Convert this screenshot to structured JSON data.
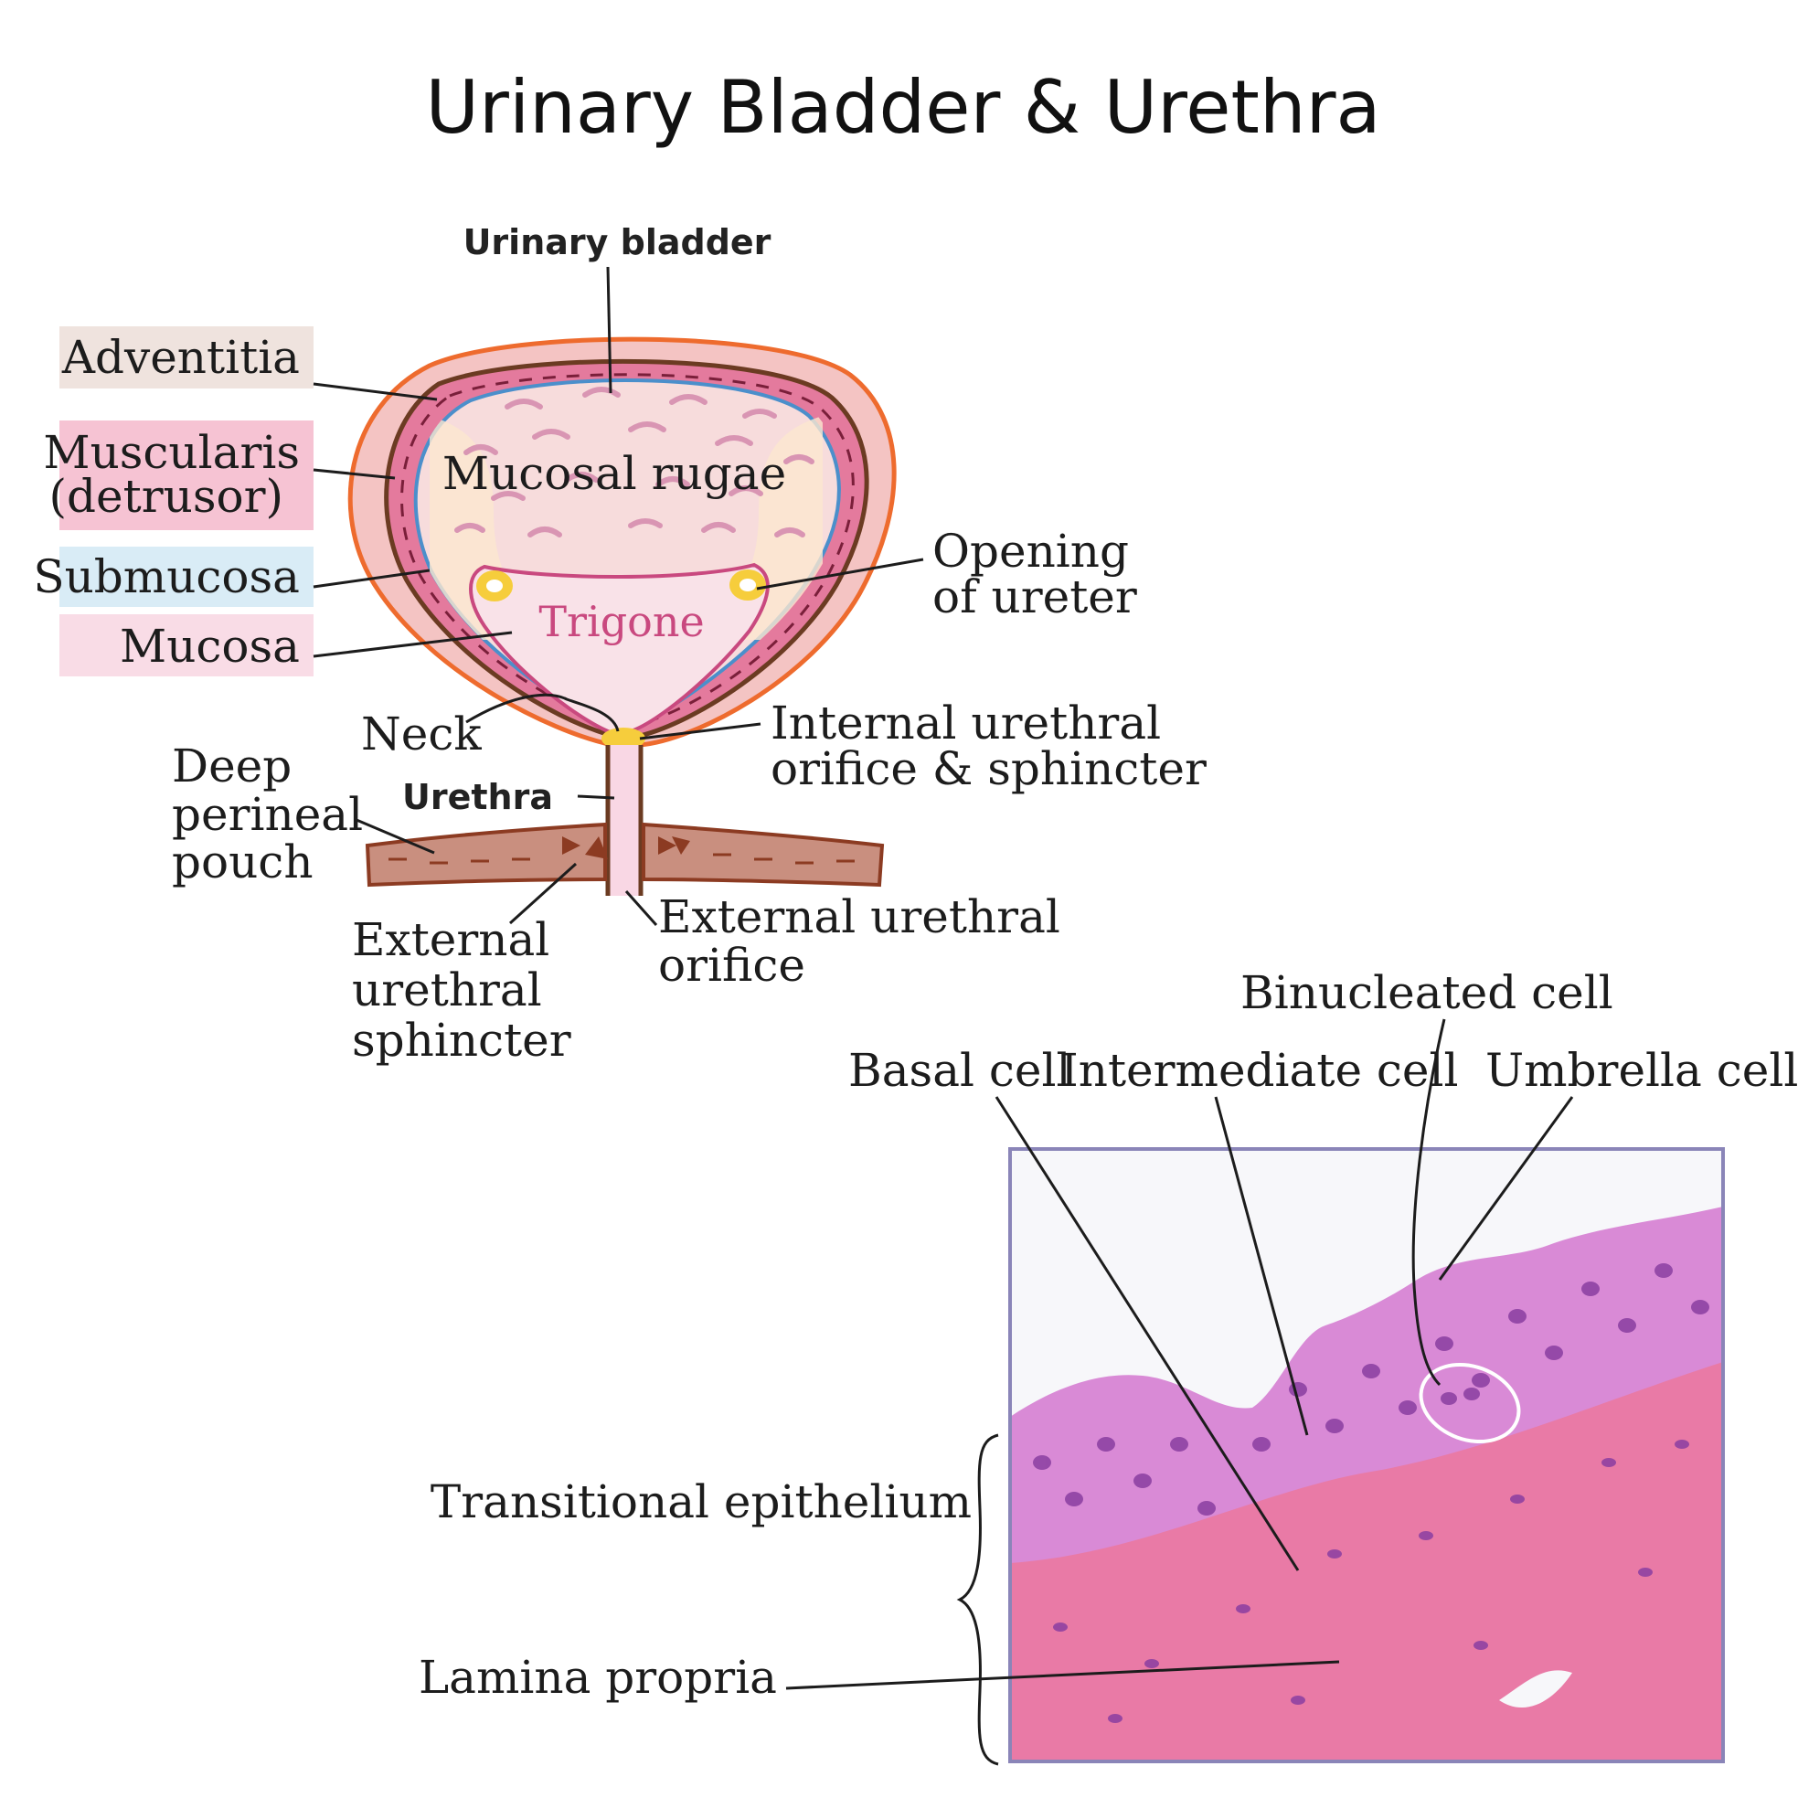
{
  "title": "Urinary Bladder & Urethra",
  "bladder": {
    "header_label": "Urinary bladder",
    "layers": [
      {
        "label": "Adventitia",
        "color": "#efe3de"
      },
      {
        "label": "Muscularis",
        "label2": "(detrusor)",
        "color": "#f6c3d3"
      },
      {
        "label": "Submucosa",
        "color": "#d9ecf6"
      },
      {
        "label": "Mucosa",
        "color": "#f9dce6"
      }
    ],
    "regions": {
      "rugae": "Mucosal rugae",
      "trigone": "Trigone",
      "neck": "Neck",
      "urethra": "Urethra"
    },
    "callouts": {
      "ureter_line1": "Opening",
      "ureter_line2": "of ureter",
      "internal_line1": "Internal urethral",
      "internal_line2": "orifice & sphincter",
      "pouch_line1": "Deep",
      "pouch_line2": "perineal",
      "pouch_line3": "pouch",
      "ext_sph_line1": "External",
      "ext_sph_line2": "urethral",
      "ext_sph_line3": "sphincter",
      "ext_orifice_line1": "External urethral",
      "ext_orifice_line2": "orifice"
    },
    "colors": {
      "outer": "#ee6b2e",
      "adventitia": "#f4c4c3",
      "muscle": "#e47a9d",
      "muscle_edge": "#6b3b22",
      "submucosa": "#4b8fcb",
      "lumen": "#f7dcdc",
      "trigone": "#c9497f",
      "ureter": "#f6cd3c"
    }
  },
  "histology": {
    "cells": {
      "basal": "Basal cell",
      "intermediate": "Intermediate cell",
      "binucleated": "Binucleated cell",
      "umbrella": "Umbrella cell"
    },
    "layers": {
      "transitional": "Transitional epithelium",
      "lamina": "Lamina propria"
    },
    "colors": {
      "frame": "#8a85b8",
      "epithelium": "#d98ad6",
      "lamina": "#e97aa6",
      "nucleus": "#8a3ea1"
    }
  }
}
